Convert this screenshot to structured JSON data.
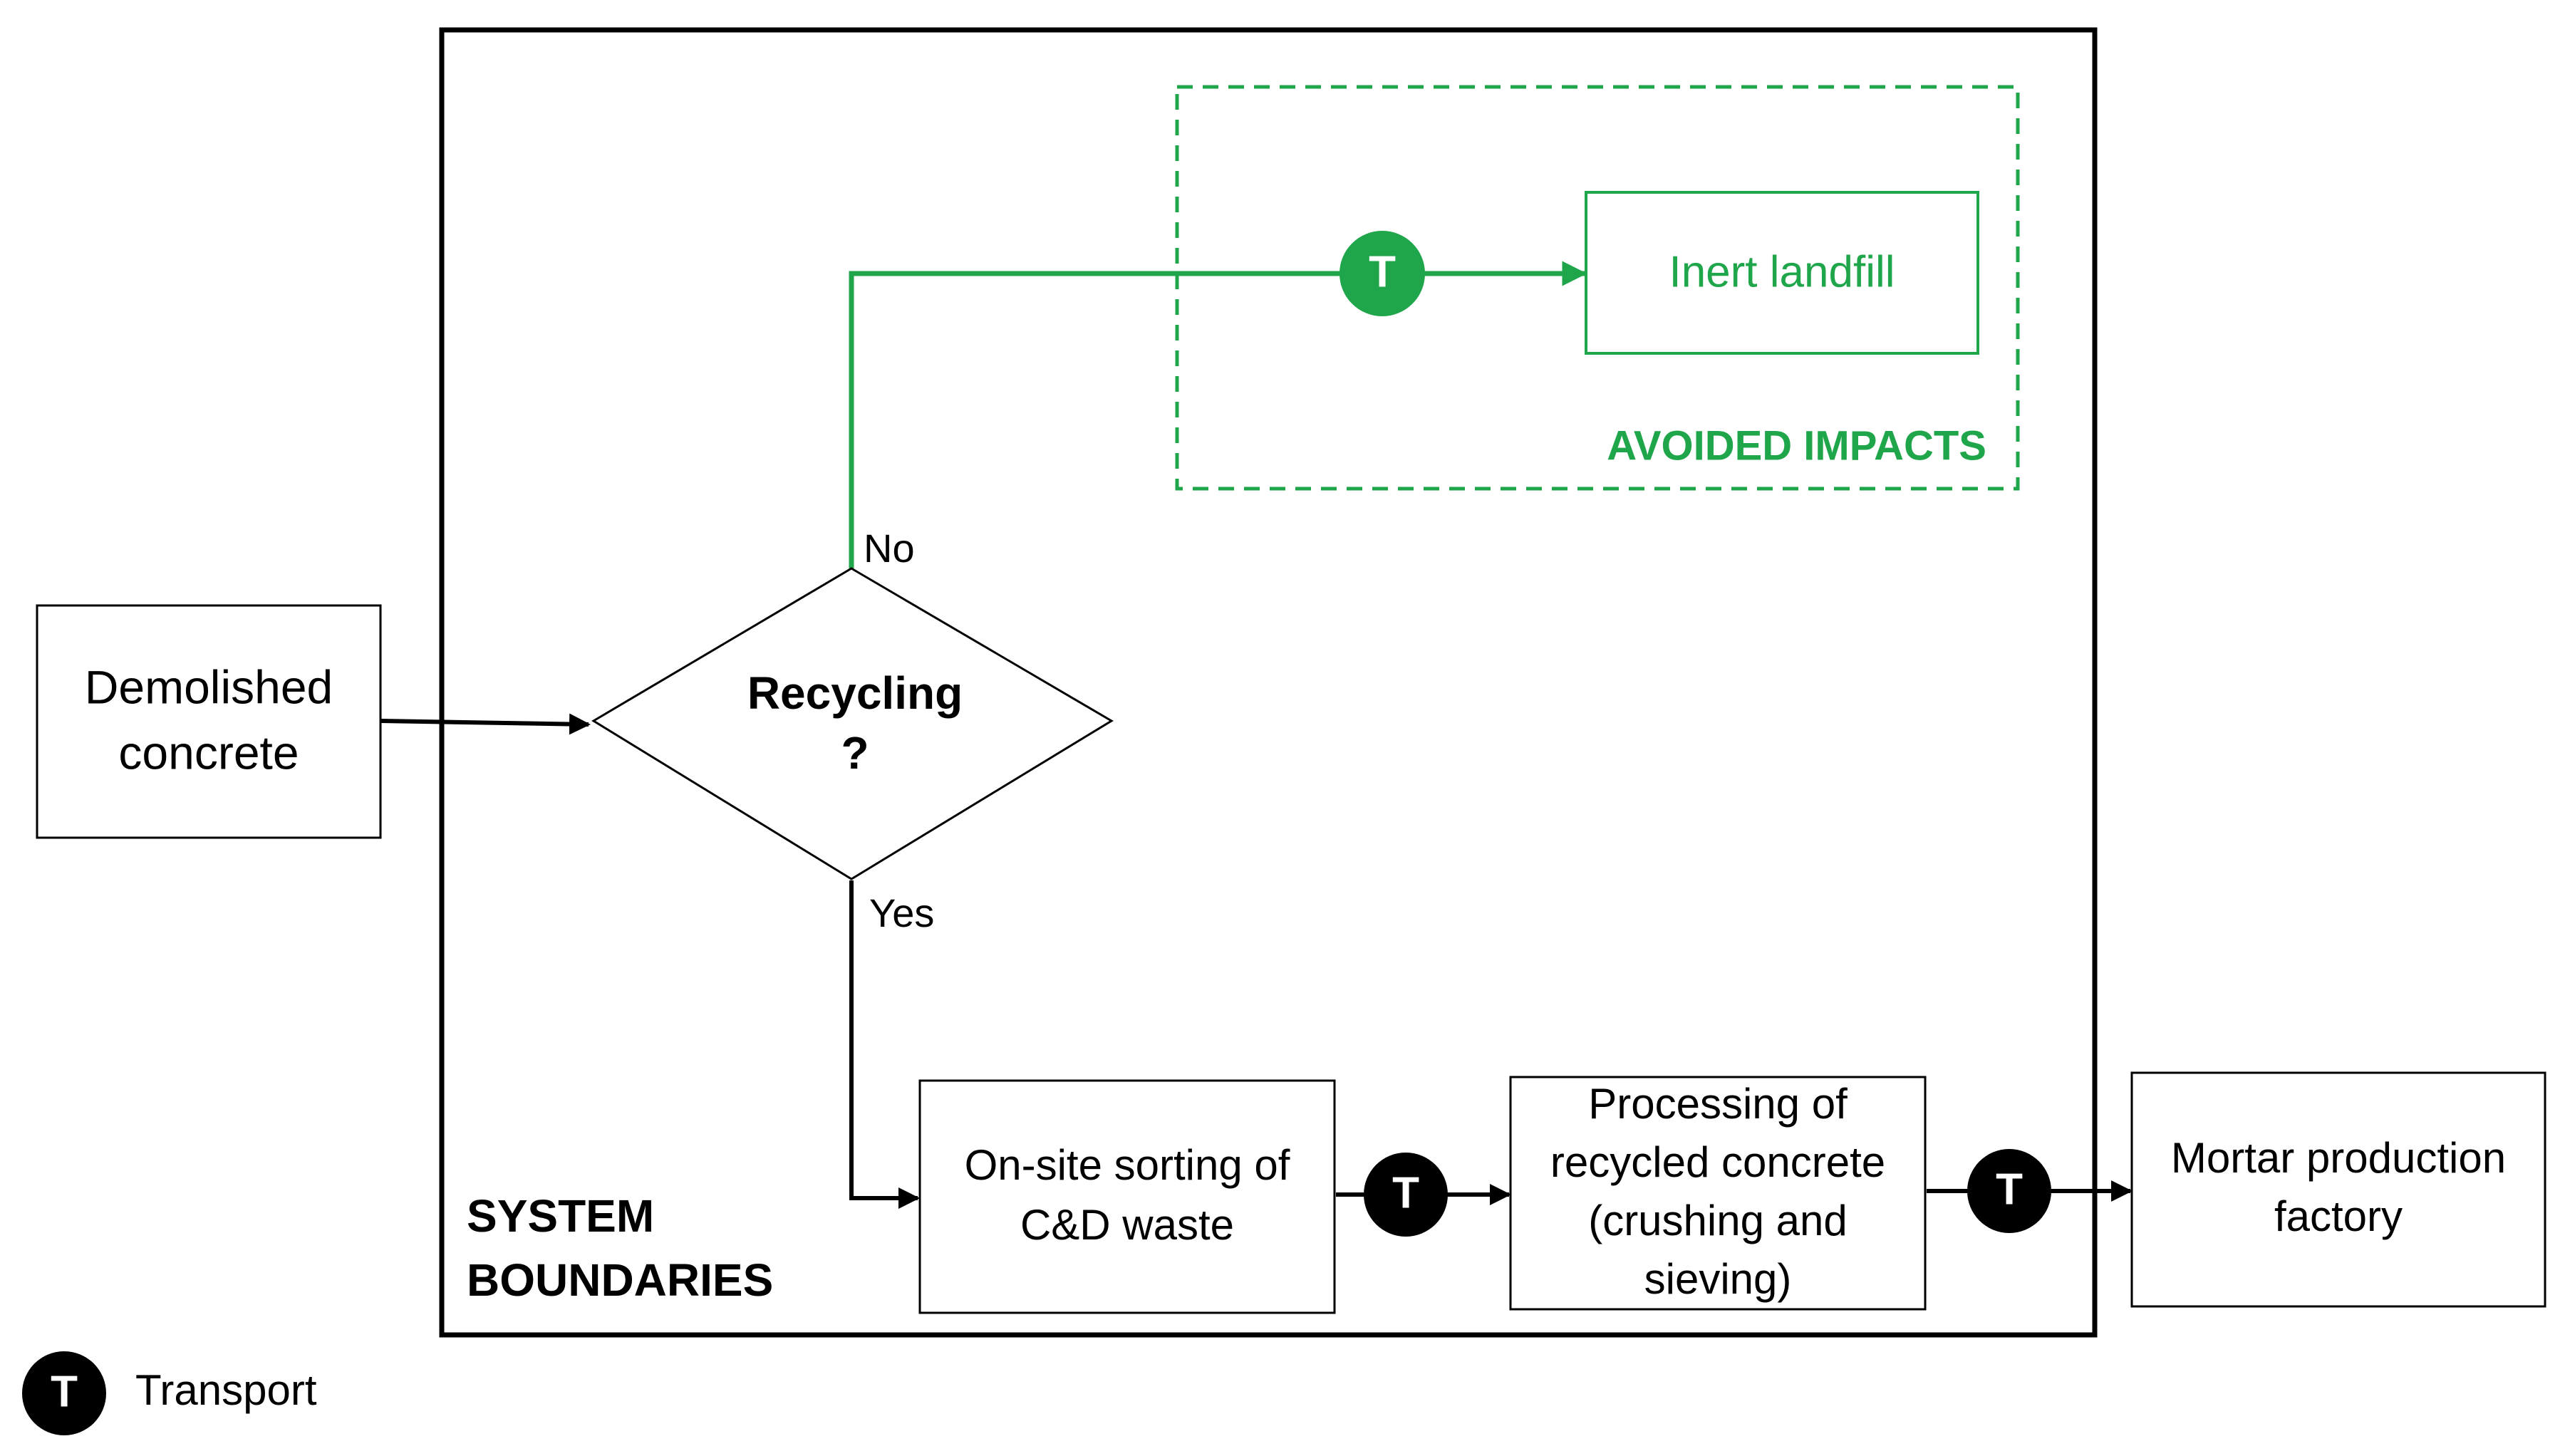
{
  "colors": {
    "black": "#000000",
    "green": "#1fa64a",
    "background": "#ffffff"
  },
  "nodes": {
    "demolished": {
      "lines": [
        "Demolished",
        "concrete"
      ]
    },
    "decision": {
      "lines": [
        "Recycling",
        "?"
      ]
    },
    "landfill": {
      "lines": [
        "Inert landfill"
      ]
    },
    "sorting": {
      "lines": [
        "On-site sorting of",
        "C&D waste"
      ]
    },
    "processing": {
      "lines": [
        "Processing of",
        "recycled concrete",
        "(crushing and",
        "sieving)"
      ]
    },
    "mortar": {
      "lines": [
        "Mortar production",
        "factory"
      ]
    }
  },
  "edge_labels": {
    "no": "No",
    "yes": "Yes"
  },
  "regions": {
    "system_boundaries": [
      "SYSTEM",
      "BOUNDARIES"
    ],
    "avoided_impacts": "AVOIDED IMPACTS"
  },
  "transport_marker": {
    "symbol": "T"
  },
  "legend": {
    "symbol": "T",
    "label": "Transport"
  }
}
